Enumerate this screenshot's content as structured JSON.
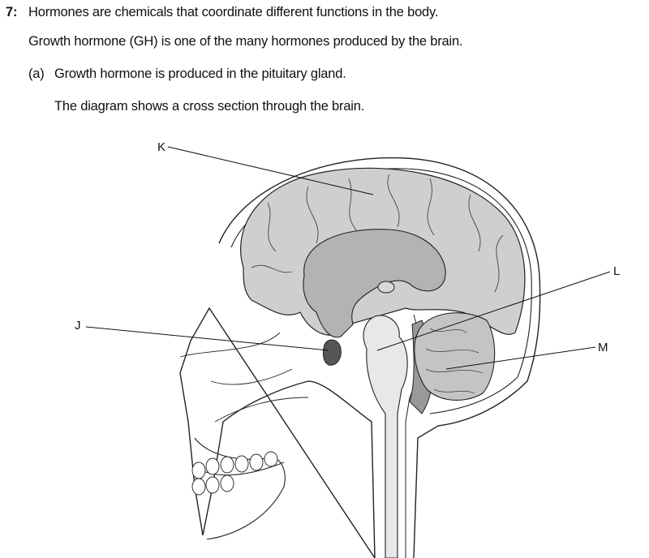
{
  "question": {
    "number": "7:",
    "intro": "Hormones are chemicals that coordinate different functions in the body.",
    "context": "Growth hormone (GH) is one of the many hormones produced by the brain.",
    "part_a": {
      "label": "(a)",
      "text": "Growth hormone is produced in the pituitary gland.",
      "diagram_caption": "The diagram shows a cross section through the brain."
    }
  },
  "diagram": {
    "labels": {
      "K": "K",
      "J": "J",
      "L": "L",
      "M": "M"
    }
  }
}
